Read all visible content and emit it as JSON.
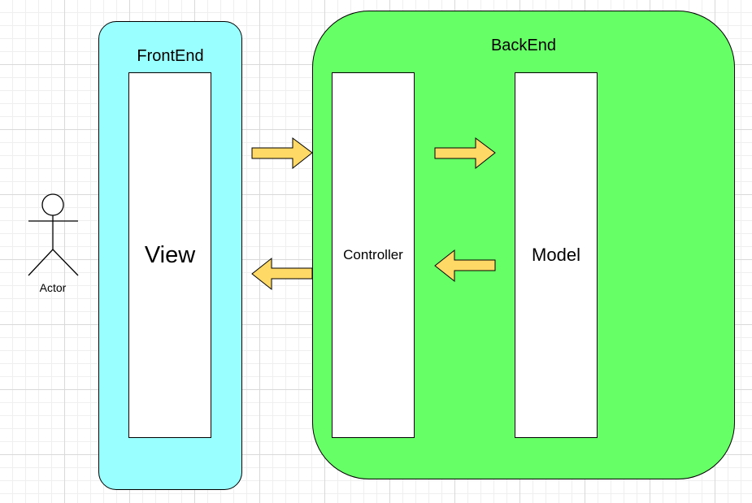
{
  "actor": {
    "label": "Actor"
  },
  "frontend": {
    "title": "FrontEnd",
    "view_label": "View"
  },
  "backend": {
    "title": "BackEnd",
    "controller_label": "Controller",
    "model_label": "Model"
  },
  "colors": {
    "frontend_fill": "#99ffff",
    "backend_fill": "#66ff66",
    "arrow_fill": "#ffd966",
    "stroke": "#000000"
  },
  "icons": {
    "actor": "stick-figure-icon",
    "arrow_right": "block-arrow-right-icon",
    "arrow_left": "block-arrow-left-icon"
  }
}
